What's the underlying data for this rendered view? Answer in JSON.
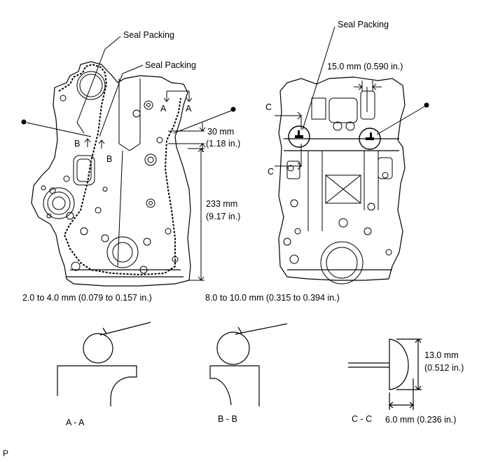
{
  "labels": {
    "seal_packing_1": "Seal Packing",
    "seal_packing_2": "Seal Packing",
    "seal_packing_3": "Seal Packing",
    "dim_15": "15.0 mm (0.590 in.)",
    "dim_30_mm": "30 mm",
    "dim_30_in": "(1.18 in.)",
    "dim_233_mm": "233 mm",
    "dim_233_in": "(9.17 in.)",
    "dim_2_4": "2.0 to 4.0 mm (0.079 to 0.157 in.)",
    "dim_8_10": "8.0 to 10.0 mm (0.315 to 0.394 in.)",
    "dim_13_mm": "13.0 mm",
    "dim_13_in": "(0.512 in.)",
    "dim_6": "6.0 mm (0.236 in.)",
    "section_aa": "A - A",
    "section_bb": "B - B",
    "section_cc": "C - C",
    "marker_a": "A",
    "marker_b": "B",
    "marker_c": "C",
    "corner_p": "P"
  }
}
